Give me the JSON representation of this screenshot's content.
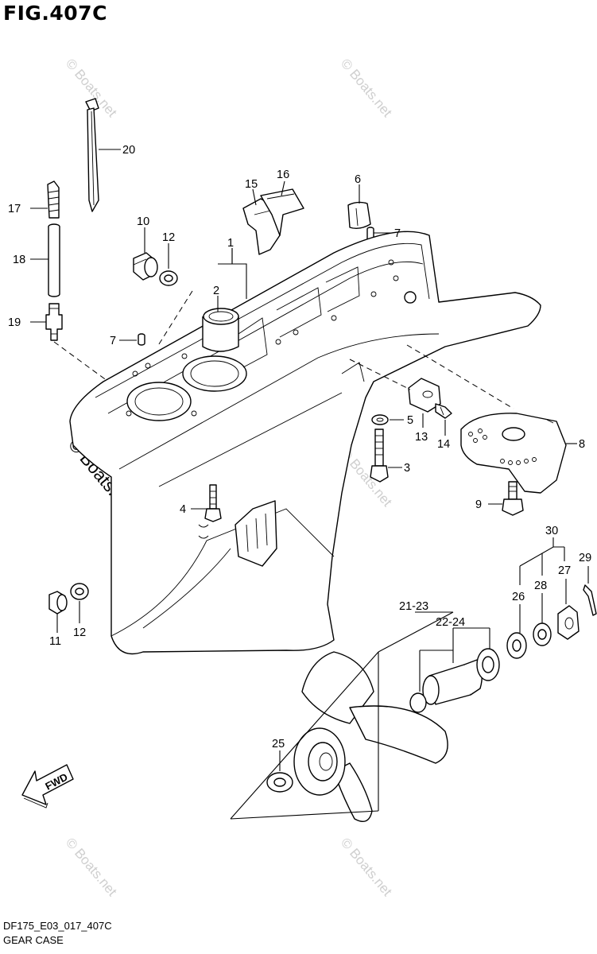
{
  "figure": {
    "title": "FIG.407C",
    "code": "DF175_E03_017_407C",
    "name": "GEAR CASE"
  },
  "watermark": {
    "text": "© Boats.net"
  },
  "fwd_arrow": {
    "label": "FWD"
  },
  "callouts": {
    "c1": "1",
    "c2": "2",
    "c3": "3",
    "c4": "4",
    "c5": "5",
    "c6": "6",
    "c7a": "7",
    "c7b": "7",
    "c8": "8",
    "c9": "9",
    "c10": "10",
    "c11": "11",
    "c12a": "12",
    "c12b": "12",
    "c13": "13",
    "c14": "14",
    "c15": "15",
    "c16": "16",
    "c17": "17",
    "c18": "18",
    "c19": "19",
    "c20": "20",
    "c21_23": "21-23",
    "c22_24": "22-24",
    "c25": "25",
    "c26": "26",
    "c27": "27",
    "c28": "28",
    "c29": "29",
    "c30": "30"
  }
}
